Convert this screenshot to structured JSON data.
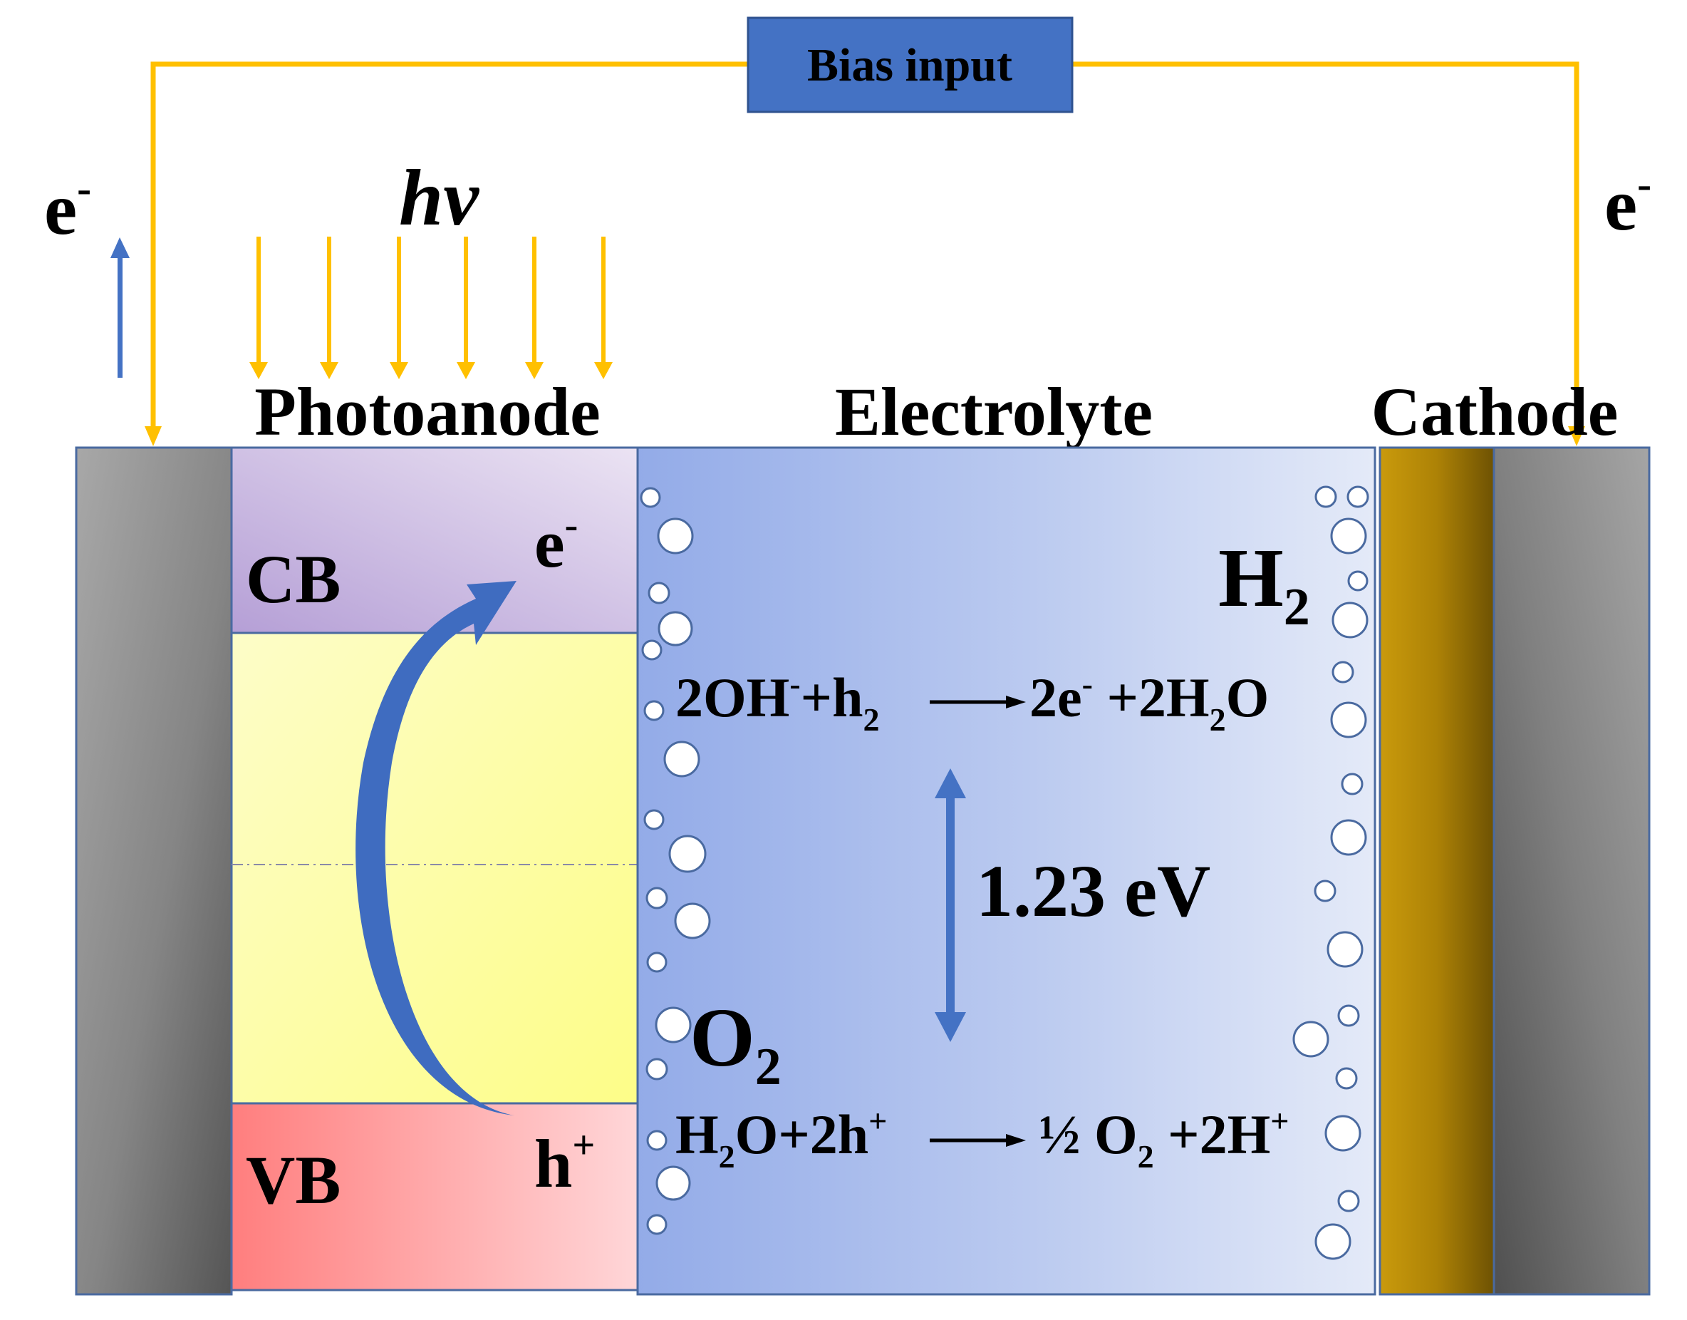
{
  "bias": {
    "label": "Bias input"
  },
  "electron_left": {
    "base": "e",
    "sup": "-"
  },
  "electron_right": {
    "base": "e",
    "sup": "-"
  },
  "light": {
    "label": "hv"
  },
  "headers": {
    "photoanode": "Photoanode",
    "electrolyte": "Electrolyte",
    "cathode": "Cathode"
  },
  "bands": {
    "cb": "CB",
    "vb": "VB"
  },
  "carriers": {
    "electron": {
      "base": "e",
      "sup": "-"
    },
    "hole": {
      "base": "h",
      "sup": "+"
    }
  },
  "gases": {
    "h2": {
      "base": "H",
      "sub": "2"
    },
    "o2": {
      "base": "O",
      "sub": "2"
    }
  },
  "reaction_top": {
    "lhs": {
      "a": "2OH",
      "a_sup": "-",
      "b": "+h",
      "b_sub": "2"
    },
    "rhs": {
      "a": "2e",
      "a_sup": "-",
      "b": " +2H",
      "b_sub": "2",
      "c": "O"
    }
  },
  "reaction_bottom": {
    "lhs": {
      "a": "H",
      "a_sub": "2",
      "b": "O+2h",
      "b_sup": "+"
    },
    "rhs": {
      "a": "½ O",
      "a_sub": "2",
      "b": " +2H",
      "b_sup": "+"
    }
  },
  "potential": {
    "label": "1.23 eV"
  },
  "colors": {
    "wire": "#FFC000",
    "bias_box": "#4472C4",
    "arrow_blue": "#4472C4",
    "cb": "#B4A0D8",
    "gap": "#FFFFA0",
    "vb": "#FF8080",
    "cathode_gold": "#BF9000",
    "electrolyte": "#8FA8E8"
  }
}
